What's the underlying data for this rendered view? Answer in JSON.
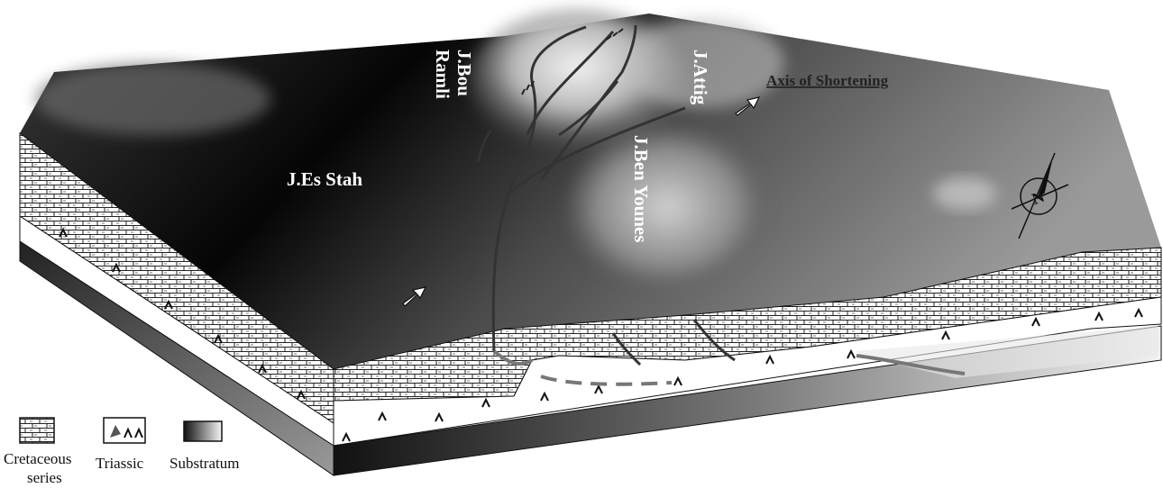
{
  "labels": {
    "es_stah": "J.Es Stah",
    "bou_line1": "J.Bou",
    "bou_line2": "Ramli",
    "attig": "J.Attig",
    "ben_younes": "J.Ben Younes",
    "axis_of_shortening": "Axis of Shortening"
  },
  "legend": {
    "cretaceous_line1": "Cretaceous",
    "cretaceous_line2": "series",
    "triassic": "Triassic",
    "substratum": "Substratum"
  },
  "compass": {
    "north_letter": "N"
  }
}
